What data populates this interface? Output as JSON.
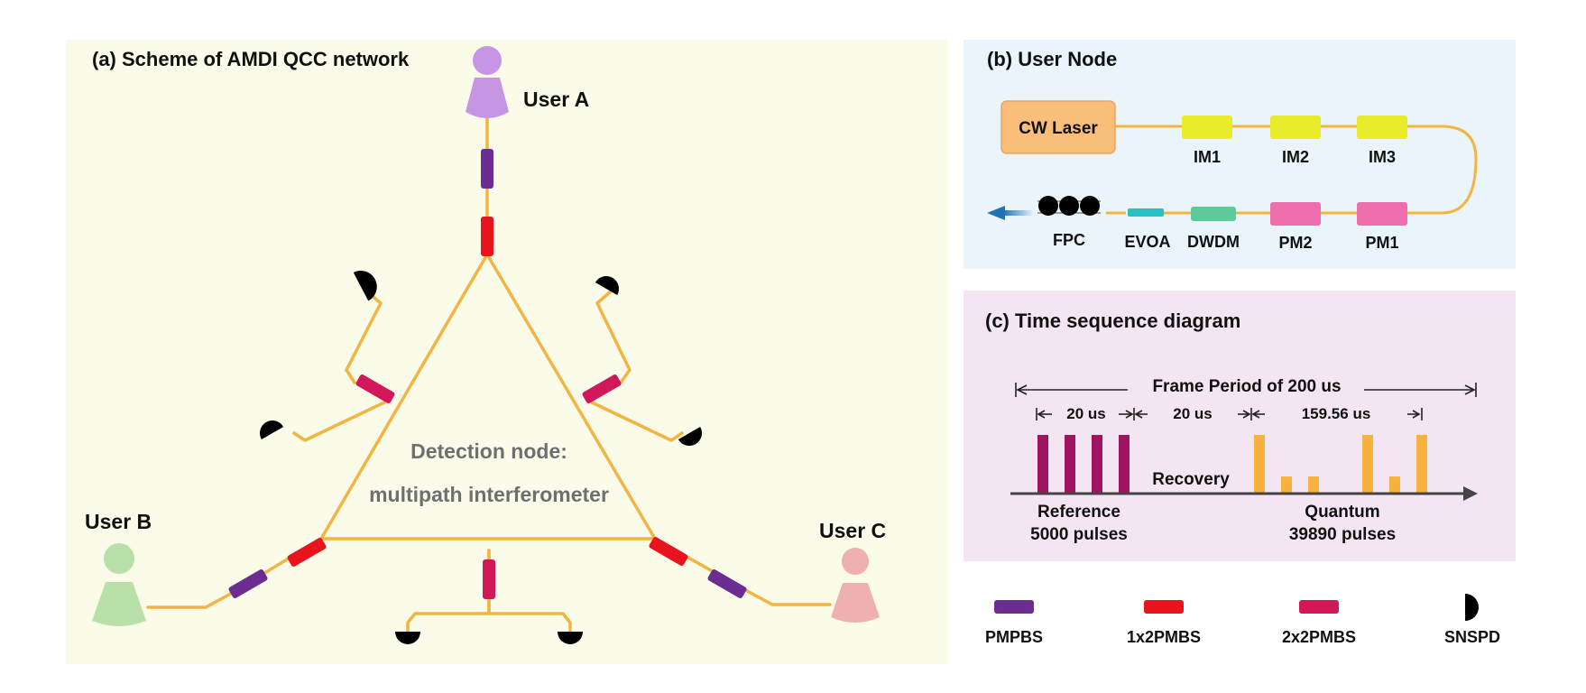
{
  "panel_a": {
    "title": "(a) Scheme of AMDI QCC network",
    "user_a": "User A",
    "user_b": "User B",
    "user_c": "User C",
    "detection_line1": "Detection node:",
    "detection_line2": "multipath interferometer"
  },
  "panel_b": {
    "title": "(b) User Node",
    "cw_laser": "CW Laser",
    "im1": "IM1",
    "im2": "IM2",
    "im3": "IM3",
    "fpc": "FPC",
    "evoa": "EVOA",
    "dwdm": "DWDM",
    "pm2": "PM2",
    "pm1": "PM1"
  },
  "panel_c": {
    "title": "(c) Time sequence diagram",
    "frame_period": "Frame Period of 200 us",
    "t_reference": "20 us",
    "t_recovery": "20 us",
    "t_quantum": "159.56 us",
    "recovery": "Recovery",
    "reference_line1": "Reference",
    "reference_line2": "5000 pulses",
    "quantum_line1": "Quantum",
    "quantum_line2": "39890 pulses",
    "reference_pulses": [
      1,
      1,
      1,
      1
    ],
    "quantum_pulses": [
      1,
      0.28,
      0.28,
      1,
      0.28,
      1
    ]
  },
  "legend": {
    "pmpbs": "PMPBS",
    "pmbs_1x2": "1x2PMBS",
    "pmbs_2x2": "2x2PMBS",
    "snspd": "SNSPD"
  },
  "colors": {
    "panel_a_bg": "#fafbe9",
    "panel_b_bg": "#eaf4fb",
    "panel_c_bg": "#f3e6f2",
    "fiber": "#f2b542",
    "pmpbs": "#6b2d91",
    "pmbs_1x2": "#e8141d",
    "pmbs_2x2": "#d2185a",
    "snspd": "#000000",
    "user_a": "#c696e4",
    "user_b": "#b9e0a8",
    "user_c": "#eeb0b0",
    "cw_laser": "#f8be7a",
    "im": "#e8ec2a",
    "pm": "#ef6fae",
    "dwdm": "#5ec99a",
    "evoa": "#27c1c3",
    "reference_pulse": "#a0145f",
    "quantum_pulse": "#f7b13d"
  },
  "icons": [
    "person-icon",
    "snspd-detector-icon",
    "fpc-paddles-icon",
    "output-arrow-icon",
    "time-axis-arrow-icon"
  ]
}
